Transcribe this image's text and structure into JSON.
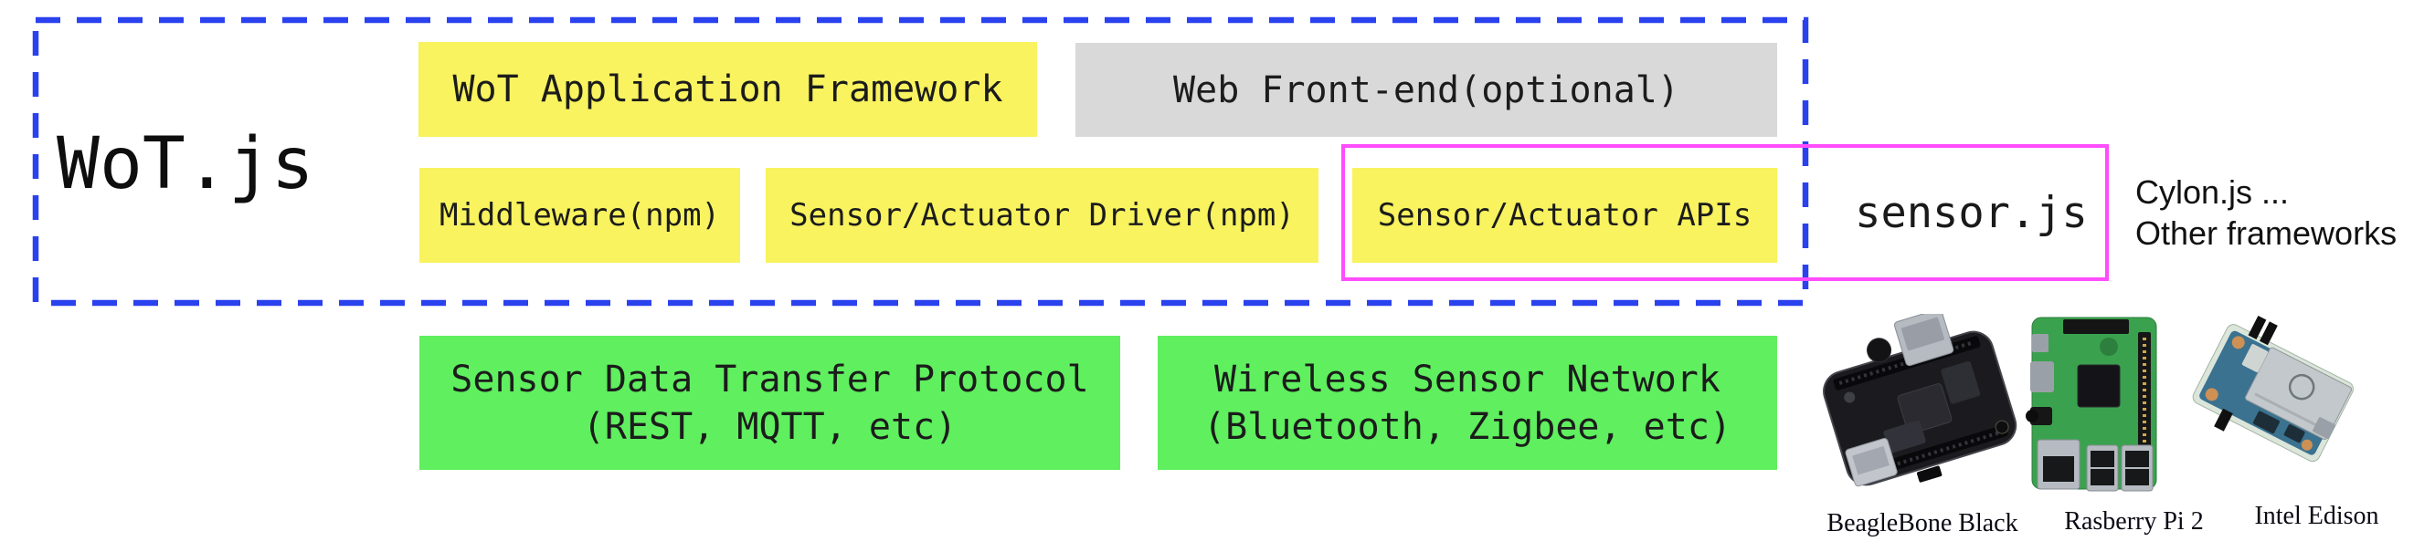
{
  "diagram": {
    "wot_label": "WoT.js",
    "boxes": {
      "app_framework": "WoT Application Framework",
      "web_frontend": "Web Front-end(optional)",
      "middleware": "Middleware(npm)",
      "driver": "Sensor/Actuator Driver(npm)",
      "apis": "Sensor/Actuator APIs",
      "sensor_js": "sensor.js",
      "protocol_line1": "Sensor Data Transfer Protocol",
      "protocol_line2": "(REST, MQTT, etc)",
      "wsn_line1": "Wireless Sensor Network",
      "wsn_line2": "(Bluetooth, Zigbee, etc)"
    },
    "other_frameworks": {
      "line1": "Cylon.js ...",
      "line2": "Other frameworks"
    },
    "hardware": [
      {
        "name": "BeagleBone Black"
      },
      {
        "name": "Rasberry Pi 2"
      },
      {
        "name": "Intel Edison"
      }
    ],
    "colors": {
      "yellow": "#f8f35e",
      "gray": "#d9d9d9",
      "green": "#5fef5f",
      "blue_dash": "#2a41ee",
      "pink": "#ff4cfc"
    }
  }
}
